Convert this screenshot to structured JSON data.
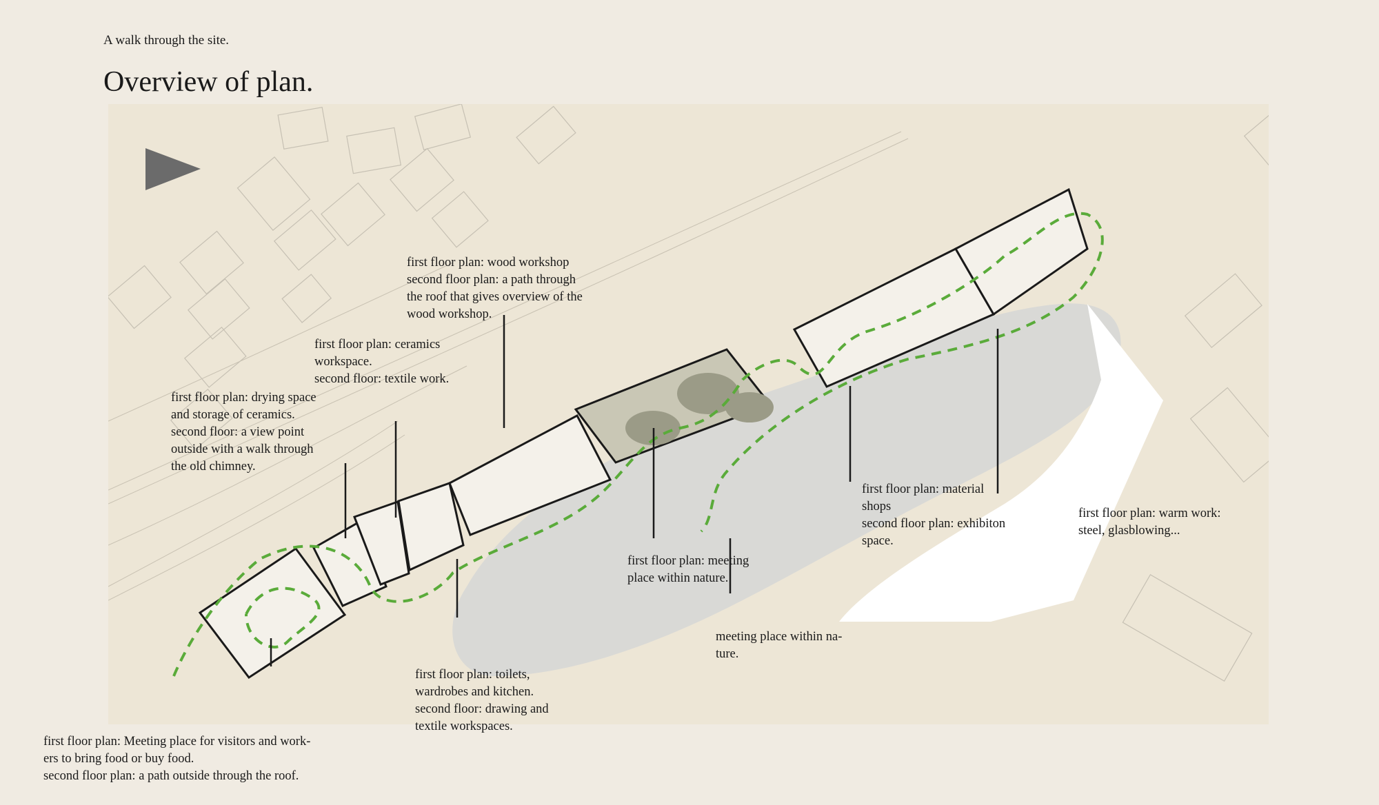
{
  "header": {
    "subtitle": "A walk through the site.",
    "title": "Overview of plan."
  },
  "annotations": [
    {
      "id": "wood",
      "lines": [
        "first floor plan: wood workshop",
        "second floor plan: a path through",
        "the roof that gives overview of the",
        "wood workshop."
      ]
    },
    {
      "id": "ceramics",
      "lines": [
        "first floor plan: ceramics",
        "workspace.",
        "second floor: textile work."
      ]
    },
    {
      "id": "drying",
      "lines": [
        "first floor plan: drying space",
        "and storage of ceramics.",
        "second floor: a view point",
        "outside with a walk through",
        "the old chimney."
      ]
    },
    {
      "id": "meeting-nature",
      "lines": [
        "first floor plan: meeting",
        "place within nature."
      ]
    },
    {
      "id": "material",
      "lines": [
        "first floor plan: material",
        "shops",
        "second floor plan: exhibiton",
        "space."
      ]
    },
    {
      "id": "warm",
      "lines": [
        "first floor plan: warm work:",
        "steel, glasblowing..."
      ]
    },
    {
      "id": "meeting-na",
      "lines": [
        "meeting place within na-",
        "ture."
      ]
    },
    {
      "id": "toilets",
      "lines": [
        "first floor plan: toilets,",
        "wardrobes and kitchen.",
        "second floor: drawing and",
        "textile workspaces."
      ]
    },
    {
      "id": "meeting-food",
      "lines": [
        "first floor plan: Meeting place for visitors and work-",
        "ers to bring food or buy food.",
        "second floor plan: a path outside through the roof."
      ]
    }
  ],
  "colors": {
    "page_bg": "#f0ebe2",
    "site_bg": "#ede6d6",
    "water": "#d9d9d6",
    "path": "#5aab3a",
    "building": "#1a1a1a",
    "nature": "#a9a995"
  },
  "icons": {
    "north_arrow": "triangle-right-icon"
  }
}
